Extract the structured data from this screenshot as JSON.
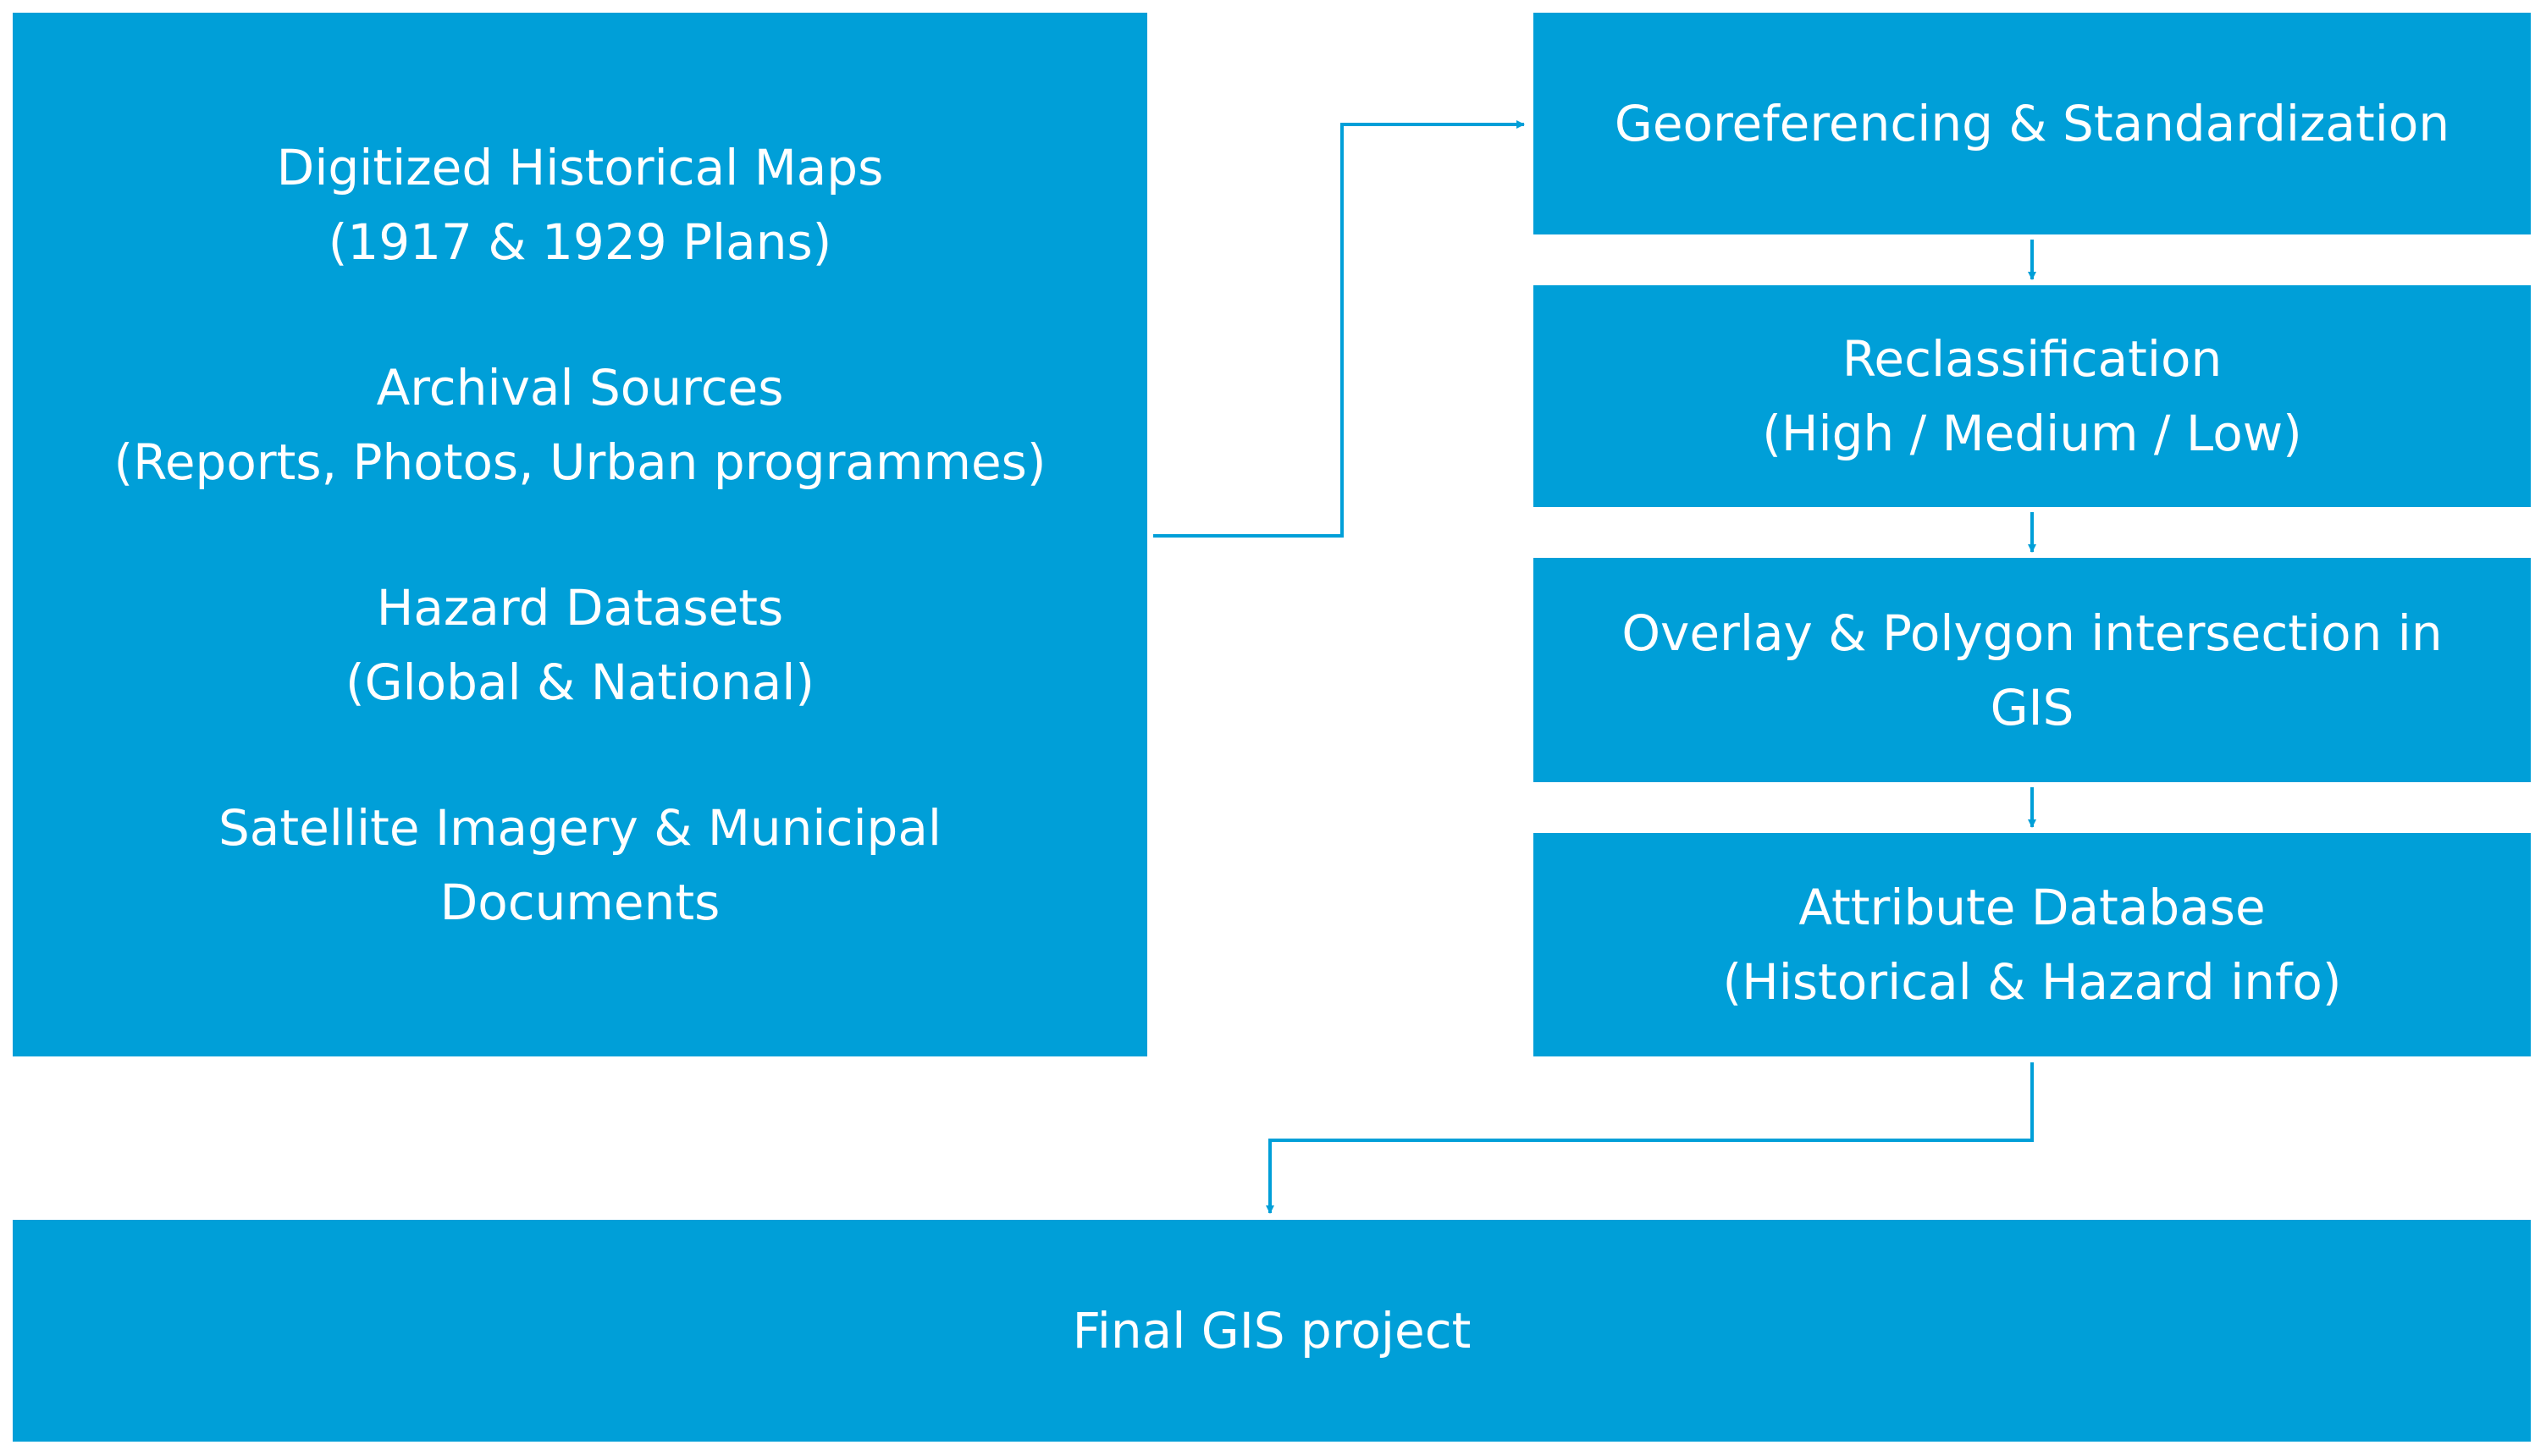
{
  "colors": {
    "box_fill": "#009fd8",
    "box_text": "#ffffff",
    "connector": "#009fd8",
    "background": "#ffffff"
  },
  "sources": {
    "groups": [
      {
        "line1": "Digitized Historical Maps",
        "line2": "(1917 & 1929 Plans)"
      },
      {
        "line1": "Archival Sources",
        "line2": "(Reports, Photos, Urban programmes)"
      },
      {
        "line1": "Hazard Datasets",
        "line2": "(Global & National)"
      },
      {
        "line1": "Satellite Imagery & Municipal",
        "line2": "Documents"
      }
    ]
  },
  "steps": {
    "georeferencing": {
      "line1": "Georeferencing & Standardization"
    },
    "reclassification": {
      "line1": "Reclassification",
      "line2": "(High / Medium / Low)"
    },
    "overlay": {
      "line1": "Overlay & Polygon intersection in GIS"
    },
    "attribute_database": {
      "line1": "Attribute Database",
      "line2": "(Historical & Hazard info)"
    }
  },
  "final": {
    "label": "Final GIS project"
  }
}
